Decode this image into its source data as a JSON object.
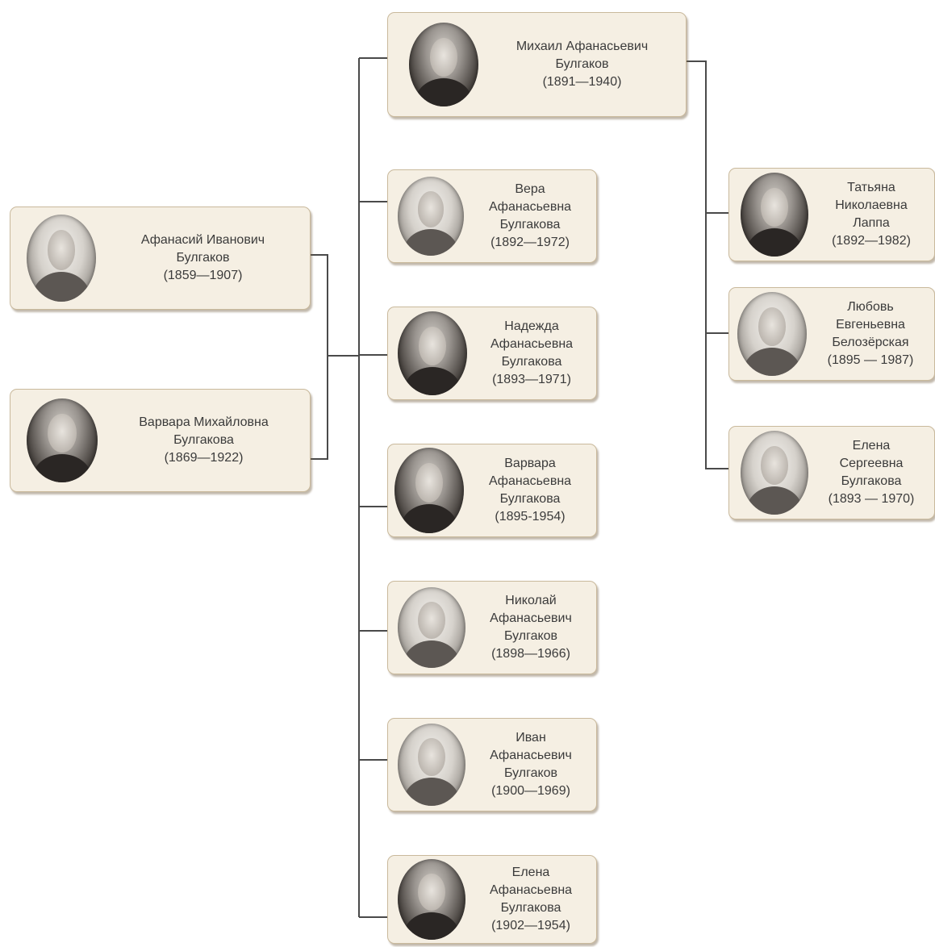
{
  "people": {
    "mikhail": {
      "lines": [
        "Михаил Афанасьевич",
        "Булгаков",
        "(1891—1940)"
      ]
    },
    "vera": {
      "lines": [
        "Вера",
        "Афанасьевна",
        "Булгакова",
        "(1892—1972)"
      ]
    },
    "afanasy": {
      "lines": [
        "Афанасий Иванович",
        "Булгаков",
        "(1859—1907)"
      ]
    },
    "nadezhda": {
      "lines": [
        "Надежда",
        "Афанасьевна",
        "Булгакова",
        "(1893—1971)"
      ]
    },
    "varvara_m": {
      "lines": [
        "Варвара Михайловна",
        "Булгакова",
        "(1869—1922)"
      ]
    },
    "varvara_a": {
      "lines": [
        "Варвара",
        "Афанасьевна",
        "Булгакова",
        "(1895-1954)"
      ]
    },
    "nikolai": {
      "lines": [
        "Николай",
        "Афанасьевич",
        "Булгаков",
        "(1898—1966)"
      ]
    },
    "ivan": {
      "lines": [
        "Иван",
        "Афанасьевич",
        "Булгаков",
        "(1900—1969)"
      ]
    },
    "elena_a": {
      "lines": [
        "Елена",
        "Афанасьевна",
        "Булгакова",
        "(1902—1954)"
      ]
    },
    "tatiana": {
      "lines": [
        "Татьяна",
        "Николаевна",
        "Лаппа",
        "(1892—1982)"
      ]
    },
    "lyubov": {
      "lines": [
        "Любовь",
        "Евгеньевна",
        "Белозёрская",
        "(1895 — 1987)"
      ]
    },
    "elena_s": {
      "lines": [
        "Елена",
        "Сергеевна",
        "Булгакова",
        "(1893 — 1970)"
      ]
    }
  }
}
